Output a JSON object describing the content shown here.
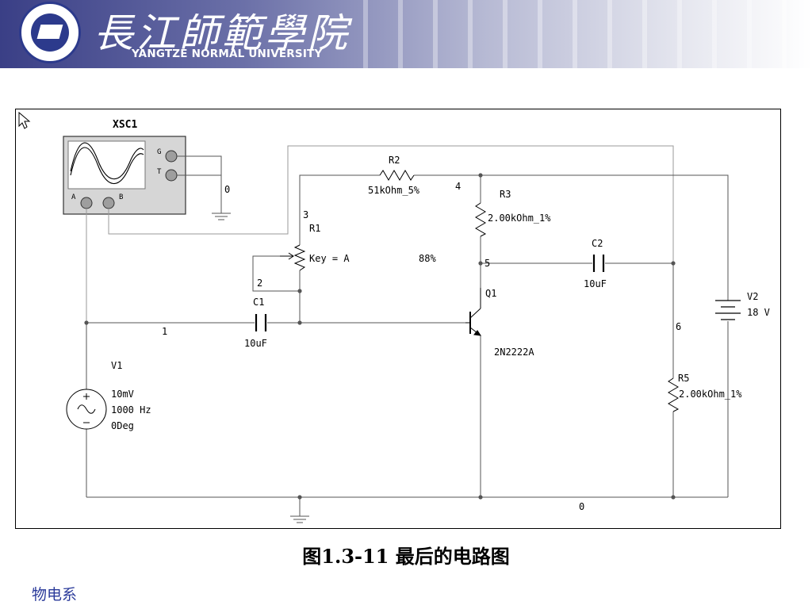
{
  "header": {
    "brand_cn": "長江師範學院",
    "brand_en": "YANGTZE NORMAL UNIVERSITY",
    "logo_icon": "school-seal-icon"
  },
  "figure_caption": "图1.3-11  最后的电路图",
  "footer_label": "物电系",
  "schematic": {
    "scope": {
      "name": "XSC1",
      "terminal_g": "G",
      "terminal_t": "T",
      "terminal_a": "A",
      "terminal_b": "B"
    },
    "r1": {
      "name": "R1",
      "key": "Key = A",
      "percent": "88%"
    },
    "r2": {
      "name": "R2",
      "value": "51kOhm_5%"
    },
    "r3": {
      "name": "R3",
      "value": "2.00kOhm_1%"
    },
    "r5": {
      "name": "R5",
      "value": "2.00kOhm_1%"
    },
    "c1": {
      "name": "C1",
      "value": "10uF"
    },
    "c2": {
      "name": "C2",
      "value": "10uF"
    },
    "q1": {
      "name": "Q1",
      "model": "2N2222A"
    },
    "v1": {
      "name": "V1",
      "amplitude": "10mV",
      "frequency": "1000 Hz",
      "phase": "0Deg"
    },
    "v2": {
      "name": "V2",
      "value": "18 V"
    },
    "nodes": {
      "n0_ground": "0",
      "n0_scope": "0",
      "n1": "1",
      "n2": "2",
      "n3": "3",
      "n4": "4",
      "n5": "5",
      "n6": "6"
    }
  },
  "colors": {
    "header_dark": "#3a3f86",
    "footer_text": "#2a3a9a",
    "wire": "#555555",
    "scope_lead": "#9a9a9a"
  }
}
